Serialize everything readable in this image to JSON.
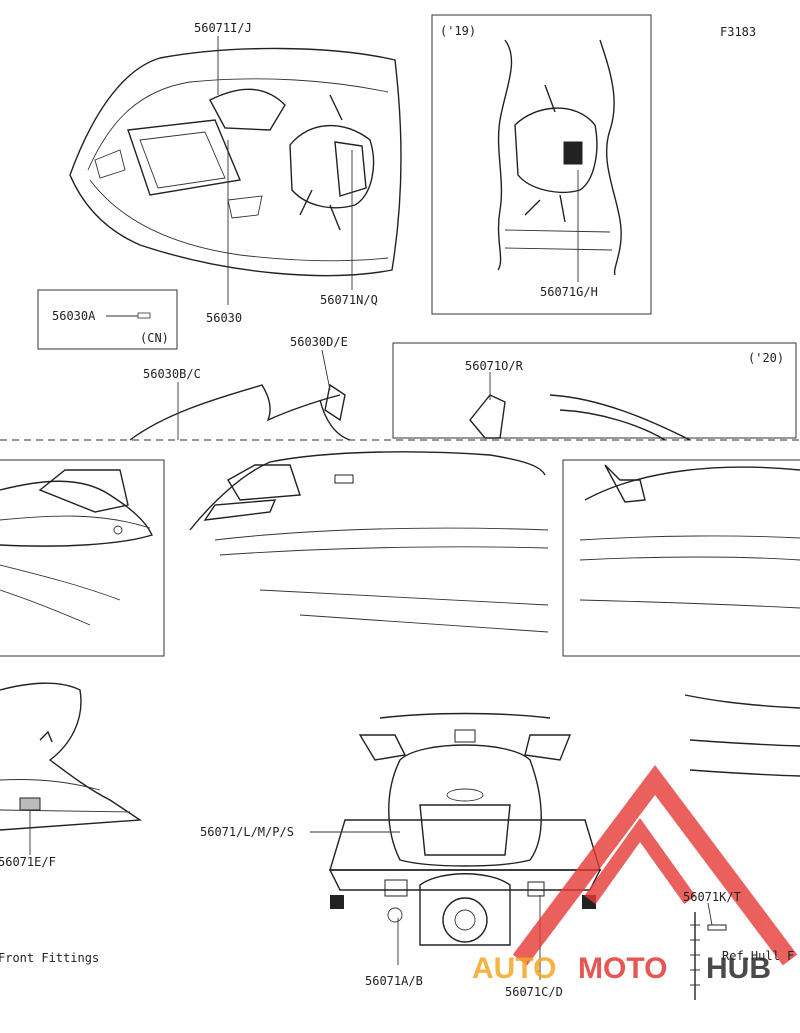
{
  "figure": {
    "code": "F3183",
    "year_inset_top": "('19)",
    "year_inset_mid": "('20)",
    "note_front_fittings": "Front Fittings",
    "note_ref_hull": "Ref.Hull F",
    "cn_note": "(CN)"
  },
  "callouts": [
    {
      "id": "56071I/J",
      "label": "56071I/J"
    },
    {
      "id": "56030",
      "label": "56030"
    },
    {
      "id": "56071N/Q",
      "label": "56071N/Q"
    },
    {
      "id": "56071G/H",
      "label": "56071G/H"
    },
    {
      "id": "56030A",
      "label": "56030A"
    },
    {
      "id": "56030D/E",
      "label": "56030D/E"
    },
    {
      "id": "56030B/C",
      "label": "56030B/C"
    },
    {
      "id": "56071O/R",
      "label": "56071O/R"
    },
    {
      "id": "56071E/F",
      "label": "56071E/F"
    },
    {
      "id": "56071/L/M/P/S",
      "label": "56071/L/M/P/S"
    },
    {
      "id": "56071K/T",
      "label": "56071K/T"
    },
    {
      "id": "56071A/B",
      "label": "56071A/B"
    },
    {
      "id": "56071C/D",
      "label": "56071C/D"
    }
  ],
  "watermark": {
    "text_left": "AUTO",
    "text_mid": "MOTO",
    "text_right": "HUB",
    "color_red": "#e53935",
    "color_orange": "#f5a623",
    "color_dark": "#2b2b2b"
  }
}
